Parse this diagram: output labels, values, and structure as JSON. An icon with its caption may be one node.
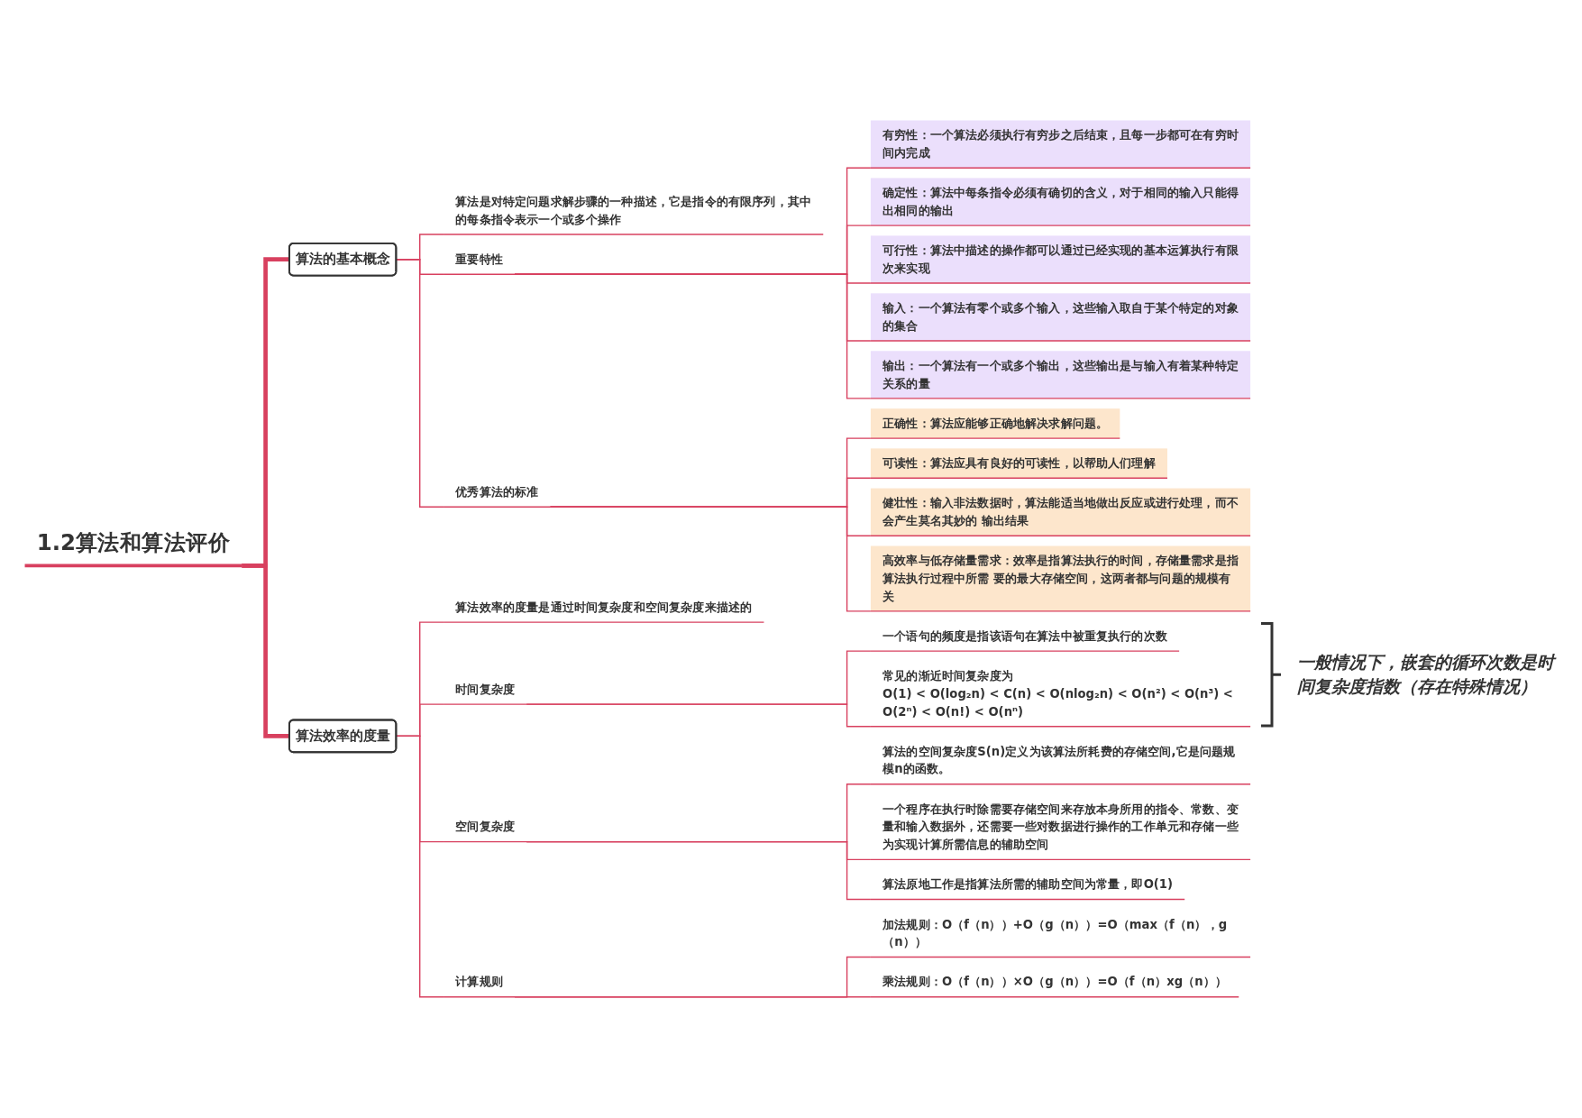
{
  "diagram": {
    "nodes": [
      {
        "text": [
          "1.2算法和算法评价"
        ]
      },
      {
        "text": [
          "算法的基本概念"
        ]
      },
      {
        "text": [
          "算法是对特定问题求解步骤的一种描述，它是指令的有限序列，其中的每条指令表示一个或多个操作"
        ]
      },
      {
        "text": [
          "重要特性"
        ]
      },
      {
        "text": [
          "有穷性：一个算法必须执行有穷步之后结束，且每一步都可在有穷时间内完成"
        ]
      },
      {
        "text": [
          "确定性：算法中每条指令必须有确切的含义，对于相同的输入只能得出相同的输出"
        ]
      },
      {
        "text": [
          "可行性：算法中描述的操作都可以通过已经实现的基本运算执行有限次来实现"
        ]
      },
      {
        "text": [
          "输入：一个算法有零个或多个输入，这些输入取自于某个特定的对象的集合"
        ]
      },
      {
        "text": [
          "输出：一个算法有一个或多个输出，这些输出是与输入有着某种特定关系的量"
        ]
      },
      {
        "text": [
          "优秀算法的标准"
        ]
      },
      {
        "text": [
          "正确性：算法应能够正确地解决求解问题。"
        ]
      },
      {
        "text": [
          "可读性：算法应具有良好的可读性，以帮助人们理解"
        ]
      },
      {
        "text": [
          "健壮性：输入非法数据时，算法能适当地做出反应或进行处理，而不会产生莫名其妙的 输出结果"
        ]
      },
      {
        "text": [
          "高效率与低存储量需求：效率是指算法执行的时间，存储量需求是指算法执行过程中所需 要的最大存储空间，这两者都与问题的规模有关"
        ]
      },
      {
        "text": [
          "算法效率的度量"
        ]
      },
      {
        "text": [
          "算法效率的度量是通过时间复杂度和空间复杂度来描述的"
        ]
      },
      {
        "text": [
          "时间复杂度"
        ]
      },
      {
        "text": [
          "一个语句的频度是指该语句在算法中被重复执行的次数"
        ]
      },
      {
        "text": [
          "常见的渐近时间复杂度为",
          "O(1) < O(log₂n) < C(n) < O(nlog₂n) < O(n²) < O(n³) < O(2ⁿ) < O(n!) < O(nⁿ)"
        ]
      },
      {
        "text": [
          "空间复杂度"
        ]
      },
      {
        "text": [
          "算法的空间复杂度S(n)定义为该算法所耗费的存储空间,它是问题规模n的函数。"
        ]
      },
      {
        "text": [
          "一个程序在执行时除需要存储空间来存放本身所用的指令、常数、变量和输入数据外，还需要一些对数据进行操作的工作单元和存储一些为实现计算所需信息的辅助空间"
        ]
      },
      {
        "text": [
          "算法原地工作是指算法所需的辅助空间为常量，即O(1)"
        ]
      },
      {
        "text": [
          "计算规则"
        ]
      },
      {
        "text": [
          "加法规则：O（f（n））+O（g（n））=O（max（f（n），g（n））"
        ]
      },
      {
        "text": [
          "乘法规则：O（f（n））×O（g（n））=O（f（n）xg（n））"
        ]
      }
    ],
    "edges": [
      {
        "from": 0,
        "to": 1,
        "arrow": "none",
        "style": "thick"
      },
      {
        "from": 0,
        "to": 14,
        "arrow": "none",
        "style": "thick"
      },
      {
        "from": 1,
        "to": 2,
        "arrow": "none"
      },
      {
        "from": 1,
        "to": 3,
        "arrow": "none"
      },
      {
        "from": 3,
        "to": 4,
        "arrow": "none"
      },
      {
        "from": 3,
        "to": 5,
        "arrow": "none"
      },
      {
        "from": 3,
        "to": 6,
        "arrow": "none"
      },
      {
        "from": 3,
        "to": 7,
        "arrow": "none"
      },
      {
        "from": 3,
        "to": 8,
        "arrow": "none"
      },
      {
        "from": 1,
        "to": 9,
        "arrow": "none"
      },
      {
        "from": 9,
        "to": 10,
        "arrow": "none"
      },
      {
        "from": 9,
        "to": 11,
        "arrow": "none"
      },
      {
        "from": 9,
        "to": 12,
        "arrow": "none"
      },
      {
        "from": 9,
        "to": 13,
        "arrow": "none"
      },
      {
        "from": 14,
        "to": 15,
        "arrow": "none"
      },
      {
        "from": 14,
        "to": 16,
        "arrow": "none"
      },
      {
        "from": 16,
        "to": 17,
        "arrow": "none"
      },
      {
        "from": 16,
        "to": 18,
        "arrow": "none"
      },
      {
        "from": 14,
        "to": 19,
        "arrow": "none"
      },
      {
        "from": 19,
        "to": 20,
        "arrow": "none"
      },
      {
        "from": 19,
        "to": 21,
        "arrow": "none"
      },
      {
        "from": 19,
        "to": 22,
        "arrow": "none"
      },
      {
        "from": 14,
        "to": 23,
        "arrow": "none"
      },
      {
        "from": 23,
        "to": 24,
        "arrow": "none"
      },
      {
        "from": 23,
        "to": 25,
        "arrow": "none"
      }
    ],
    "labels": [
      "一般情况下，嵌套的循环次数是时间复杂度指数（存在特殊情况）"
    ]
  }
}
